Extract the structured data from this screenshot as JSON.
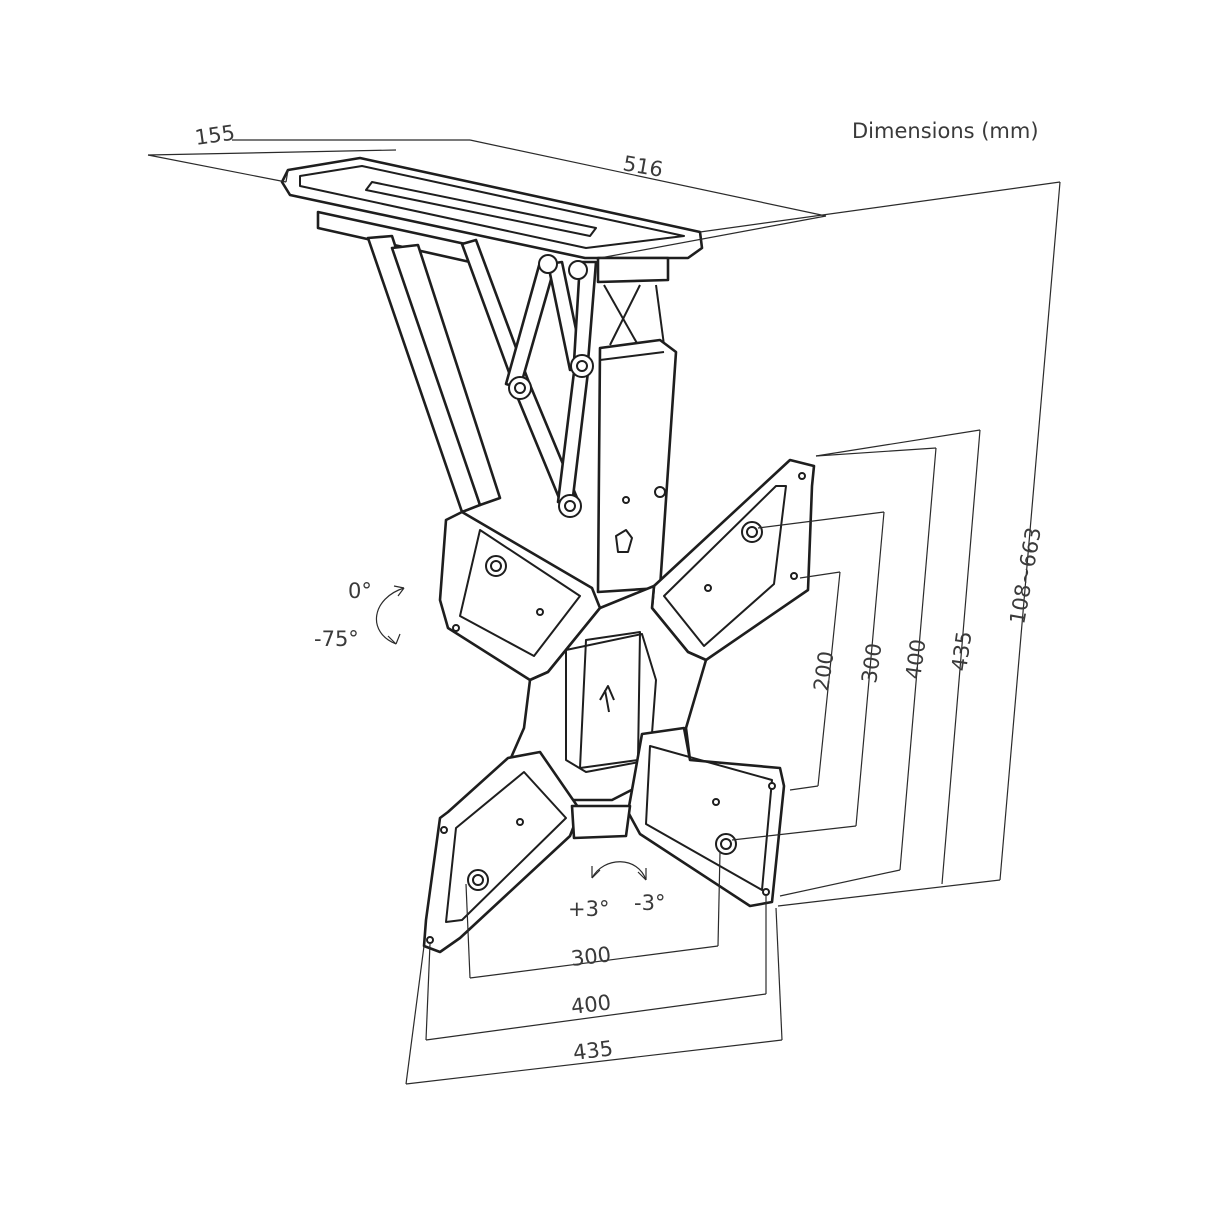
{
  "title": "Dimensions (mm)",
  "mount": {
    "depth": "155",
    "width": "516",
    "height_range": "108~663"
  },
  "tilt": {
    "upper": "0°",
    "lower": "-75°"
  },
  "swivel": {
    "left": "+3°",
    "right": "-3°"
  },
  "vesa_horizontal": {
    "small": "300",
    "medium": "400",
    "overall": "435"
  },
  "vesa_vertical": {
    "small": "200",
    "medium": "300",
    "large": "400",
    "overall": "435"
  }
}
